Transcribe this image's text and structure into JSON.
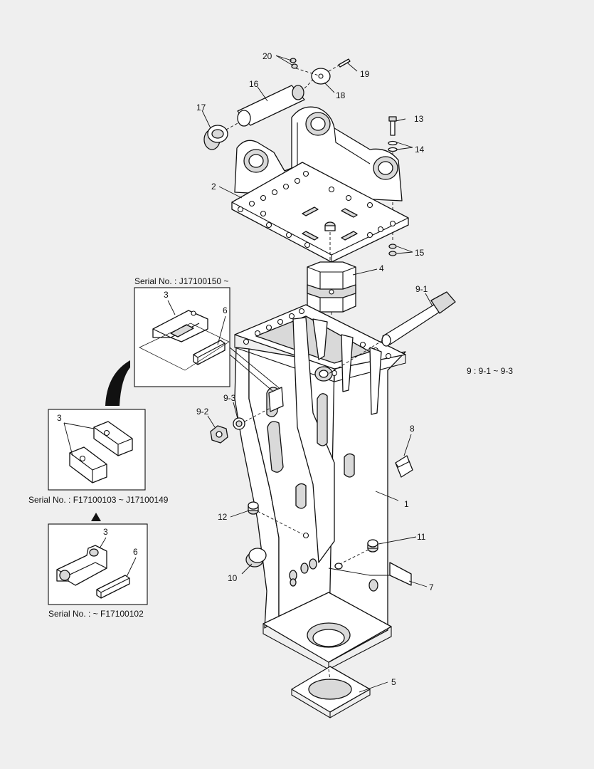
{
  "callouts": {
    "c1": "1",
    "c2": "2",
    "c4": "4",
    "c5": "5",
    "c7": "7",
    "c8": "8",
    "c10": "10",
    "c11": "11",
    "c12": "12",
    "c13": "13",
    "c14": "14",
    "c15": "15",
    "c16": "16",
    "c17": "17",
    "c18": "18",
    "c19": "19",
    "c20": "20",
    "c9_1": "9-1",
    "c9_2": "9-2",
    "c9_3": "9-3"
  },
  "note": "9 : 9-1 ~ 9-3",
  "insets": {
    "top": {
      "caption": "Serial No. : J17100150 ~",
      "label_a": "3",
      "label_b": "6"
    },
    "middle": {
      "caption": "Serial No. : F17100103 ~ J17100149",
      "label_a": "3"
    },
    "bottom": {
      "caption": "Serial No. : ~ F17100102",
      "label_a": "3",
      "label_b": "6"
    }
  }
}
